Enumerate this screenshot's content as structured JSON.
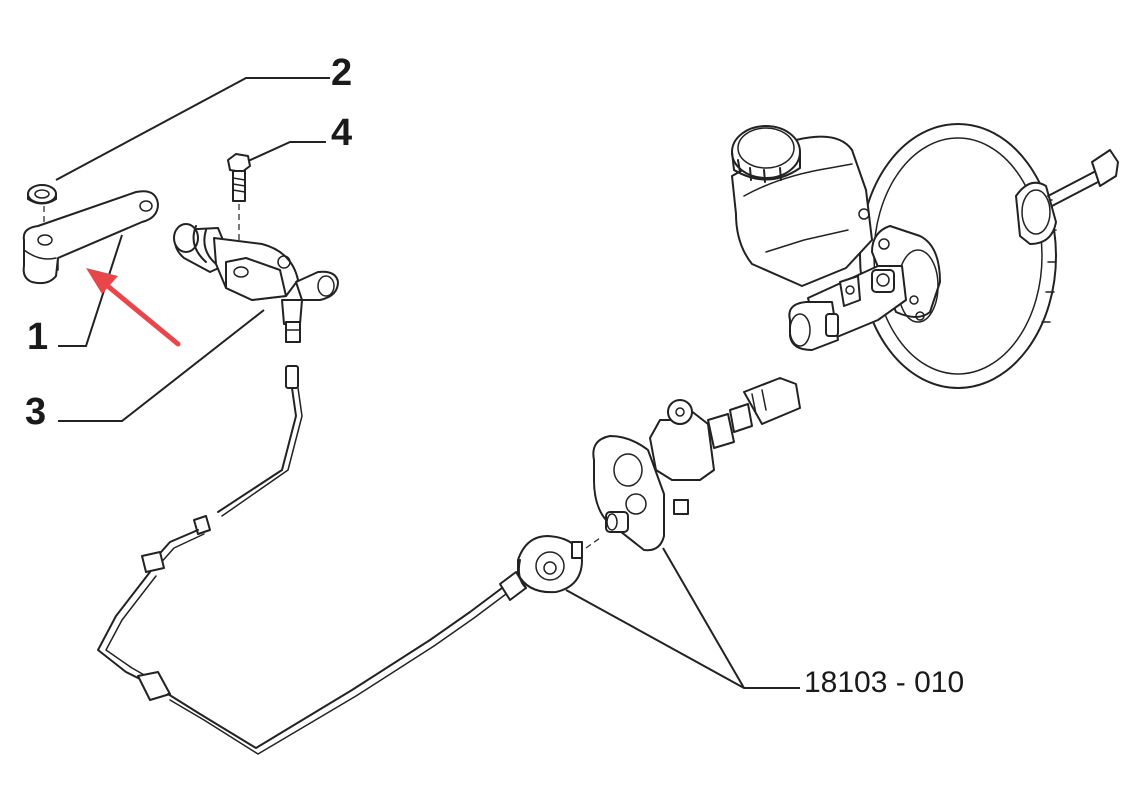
{
  "callouts": {
    "item_1": "1",
    "item_2": "2",
    "item_3": "3",
    "item_4": "4",
    "group_ref": "18103 - 010"
  },
  "colors": {
    "linework": "#222222",
    "background": "#ffffff",
    "highlight_arrow": "#e8464b"
  }
}
